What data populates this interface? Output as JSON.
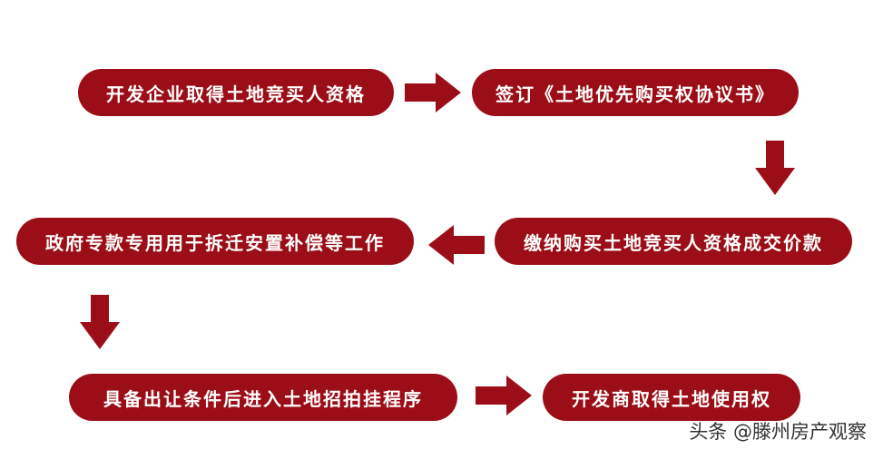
{
  "steps": {
    "s1": "开发企业取得土地竞买人资格",
    "s2": "签订《土地优先购买权协议书》",
    "s3": "缴纳购买土地竞买人资格成交价款",
    "s4": "政府专款专用用于拆迁安置补偿等工作",
    "s5": "具备出让条件后进入土地招拍挂程序",
    "s6": "开发商取得土地使用权"
  },
  "watermark": "头条 @滕州房产观察",
  "colors": {
    "box": "#9c0e17",
    "arrow": "#9c0e17",
    "text": "#ffffff"
  }
}
